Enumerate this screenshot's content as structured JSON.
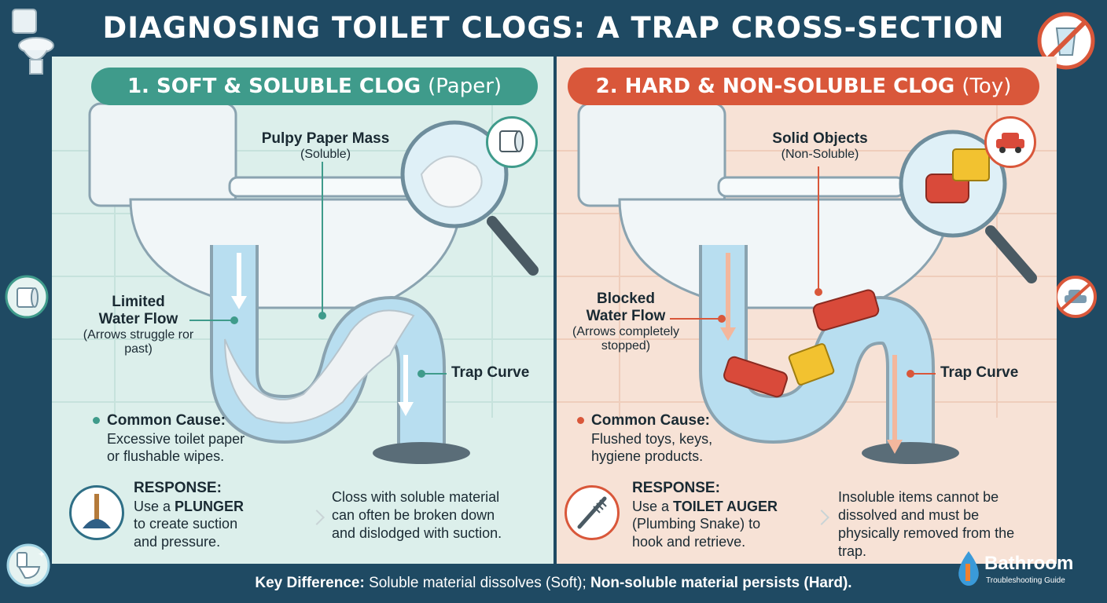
{
  "title": "DIAGNOSING TOILET CLOGS: A TRAP CROSS-SECTION",
  "colors": {
    "frame": "#1f4a63",
    "soft_accent": "#3f9b8b",
    "hard_accent": "#d9573a",
    "soft_bg": "#dcefeb",
    "hard_bg": "#f7e2d6",
    "water": "#8fc9e3"
  },
  "soft": {
    "header_bold": "1. SOFT & SOLUBLE CLOG",
    "header_light": "(Paper)",
    "mass_label": "Pulpy Paper Mass",
    "mass_sub": "(Soluble)",
    "flow_label_1": "Limited",
    "flow_label_2": "Water Flow",
    "flow_sub_1": "(Arrows struggle ror",
    "flow_sub_2": "past)",
    "trap_label": "Trap Curve",
    "cause_title": "Common Cause:",
    "cause_1": "Excessive toilet paper",
    "cause_2": "or flushable wipes.",
    "response_title": "RESPONSE:",
    "response_pre": "Use a",
    "response_tool": "PLUNGER",
    "response_2": "to create suction",
    "response_3": "and pressure.",
    "note_1": "Closs with soluble material",
    "note_2": "can often be broken down",
    "note_3": "and dislodged with suction.",
    "icons": [
      "toilet-paper-icon",
      "plunger-icon",
      "magnifier-icon"
    ]
  },
  "hard": {
    "header_bold": "2. HARD & NON-SOLUBLE CLOG",
    "header_light": "(Toy)",
    "mass_label": "Solid Objects",
    "mass_sub": "(Non-Soluble)",
    "flow_label_1": "Blocked",
    "flow_label_2": "Water Flow",
    "flow_sub_1": "(Arrows completely",
    "flow_sub_2": "stopped)",
    "trap_label": "Trap Curve",
    "cause_title": "Common Cause:",
    "cause_1": "Flushed toys, keys,",
    "cause_2": "hygiene products.",
    "response_title": "RESPONSE:",
    "response_pre": "Use a",
    "response_tool": "TOILET AUGER",
    "response_2": "(Plumbing Snake) to",
    "response_3": "hook and retrieve.",
    "note_1": "Insoluble items cannot be",
    "note_2": "dissolved and must be",
    "note_3": "physically removed from the",
    "note_4": "trap.",
    "icons": [
      "toy-car-icon",
      "auger-icon",
      "toy-block-icon"
    ]
  },
  "footer": {
    "key": "Key Difference:",
    "soft_part": "Soluble material dissolves (Soft);",
    "hard_part": "Non-soluble material persists (Hard)."
  },
  "brand": {
    "name": "Bathroom",
    "tagline": "Troubleshooting Guide"
  }
}
